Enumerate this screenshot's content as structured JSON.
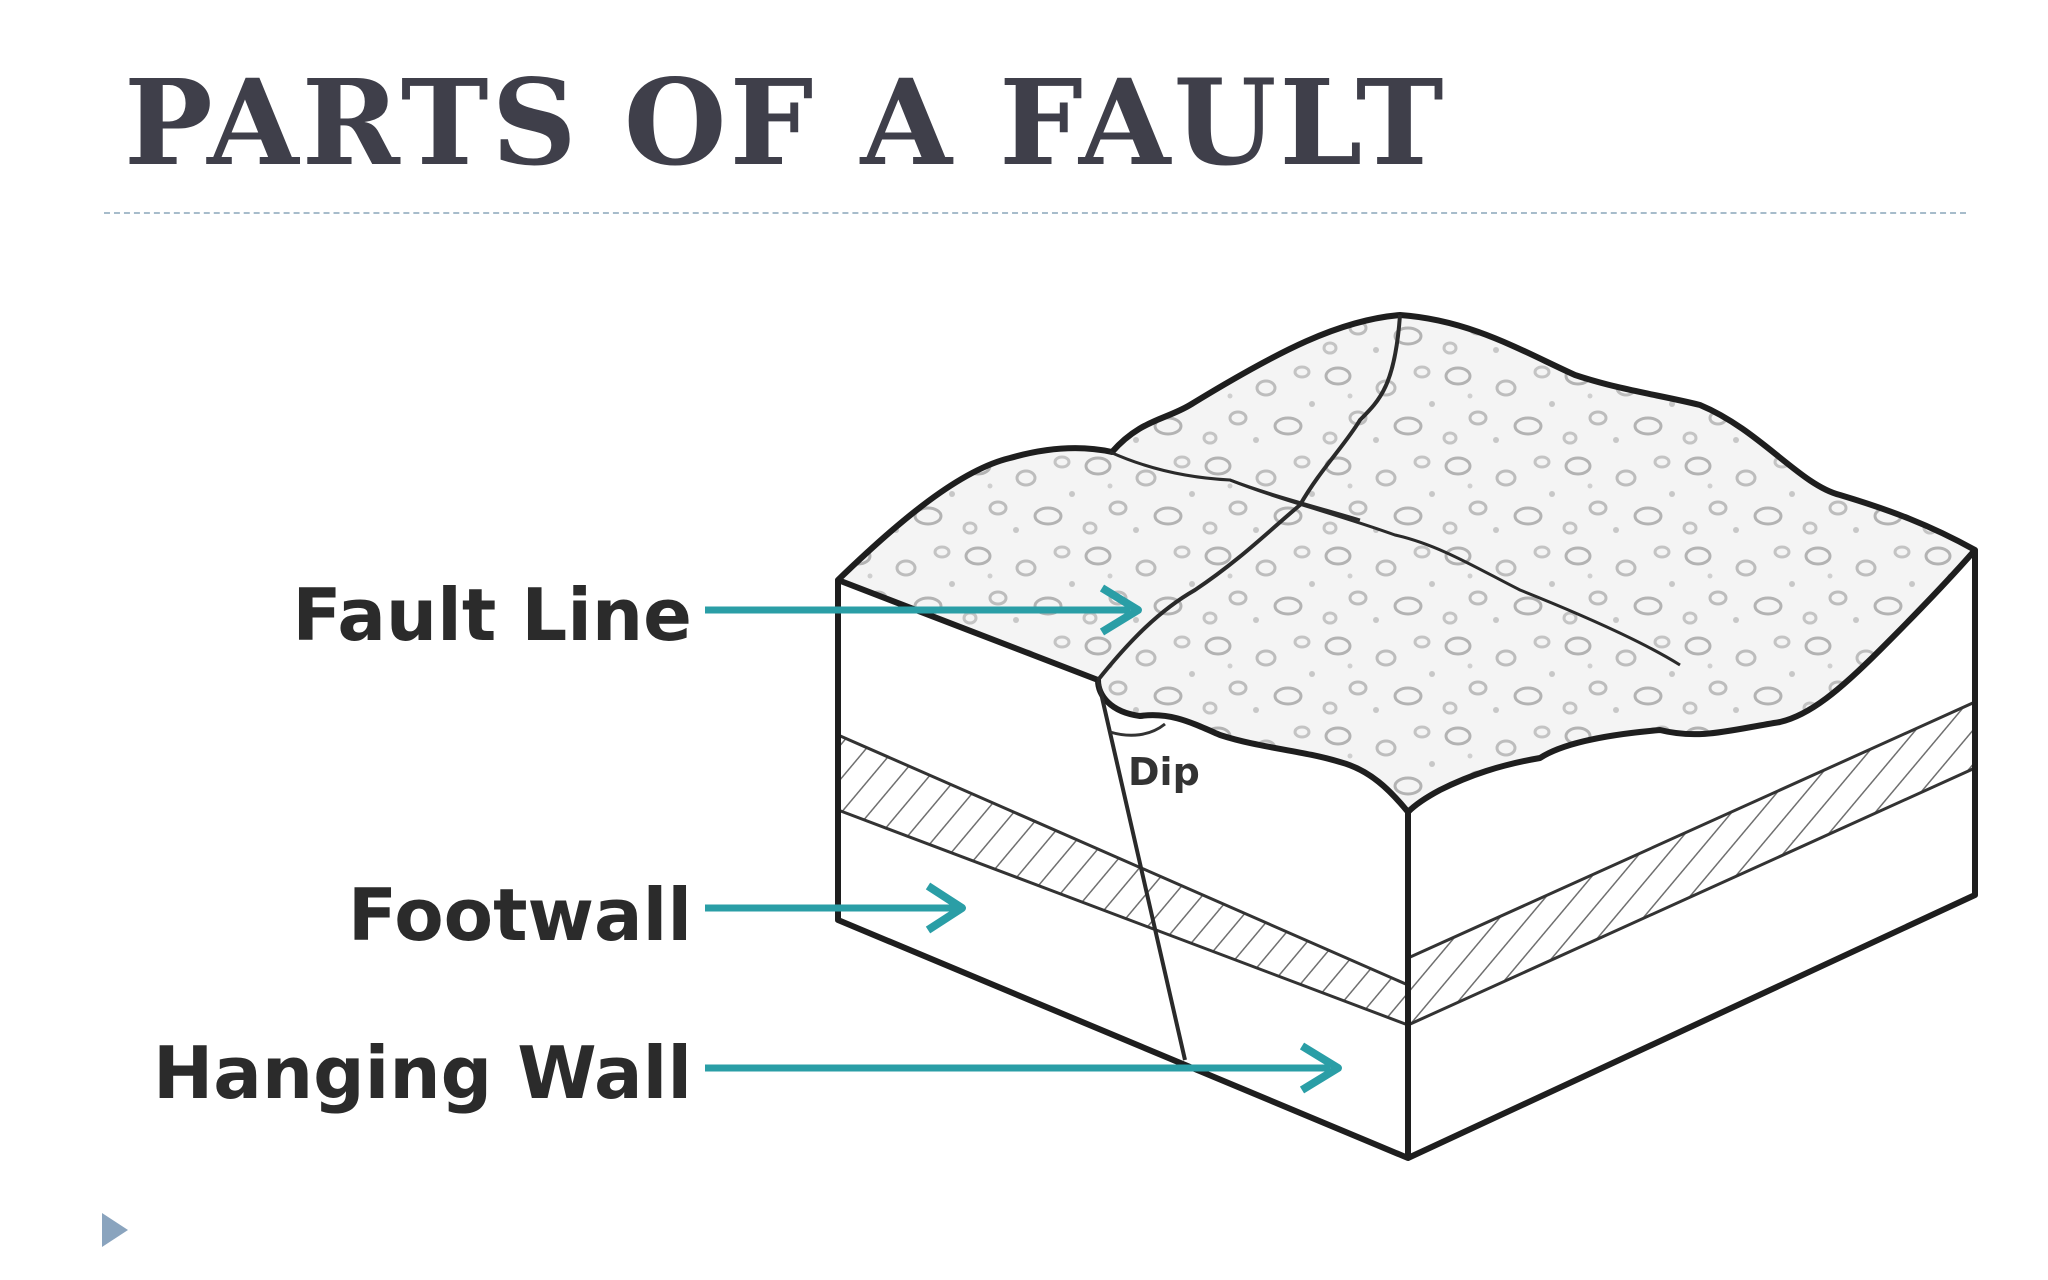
{
  "slide": {
    "title": "PARTS OF A FAULT"
  },
  "diagram": {
    "labels": {
      "fault_line": "Fault Line",
      "footwall": "Footwall",
      "hanging_wall": "Hanging Wall",
      "dip": "Dip"
    },
    "colors": {
      "arrow": "#2a9ea6",
      "outline": "#1e1e1e",
      "title": "#3f3f4a",
      "bullet": "#8aa4be"
    }
  }
}
